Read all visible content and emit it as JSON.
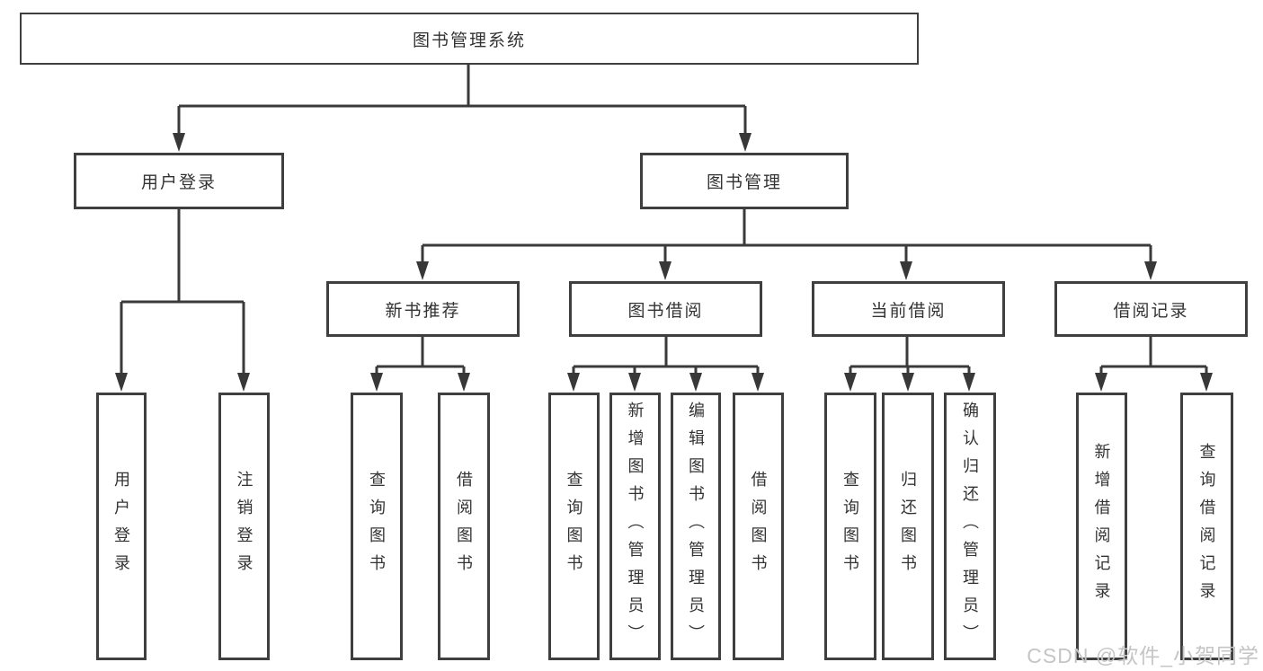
{
  "diagram": {
    "root": {
      "label": "图书管理系统"
    },
    "level2": [
      {
        "label": "用户登录"
      },
      {
        "label": "图书管理"
      }
    ],
    "level3": [
      {
        "label": "新书推荐"
      },
      {
        "label": "图书借阅"
      },
      {
        "label": "当前借阅"
      },
      {
        "label": "借阅记录"
      }
    ],
    "leaves": {
      "user_login": [
        {
          "label": "用户登录"
        },
        {
          "label": "注销登录"
        }
      ],
      "new_book_recommend": [
        {
          "label": "查询图书"
        },
        {
          "label": "借阅图书"
        }
      ],
      "book_borrow": [
        {
          "label": "查询图书"
        },
        {
          "label": "新增图书（管理员）"
        },
        {
          "label": "编辑图书（管理员）"
        },
        {
          "label": "借阅图书"
        }
      ],
      "current_borrow": [
        {
          "label": "查询图书"
        },
        {
          "label": "归还图书"
        },
        {
          "label": "确认归还（管理员）"
        }
      ],
      "borrow_records": [
        {
          "label": "新增借阅记录"
        },
        {
          "label": "查询借阅记录"
        }
      ]
    }
  },
  "watermark": {
    "text": "CSDN @软件_小贺同学"
  },
  "colors": {
    "line": "#3a3a3a",
    "box_border": "#3f3f3f",
    "text": "#333333",
    "watermark": "#c5c5c5",
    "background": "#ffffff"
  }
}
